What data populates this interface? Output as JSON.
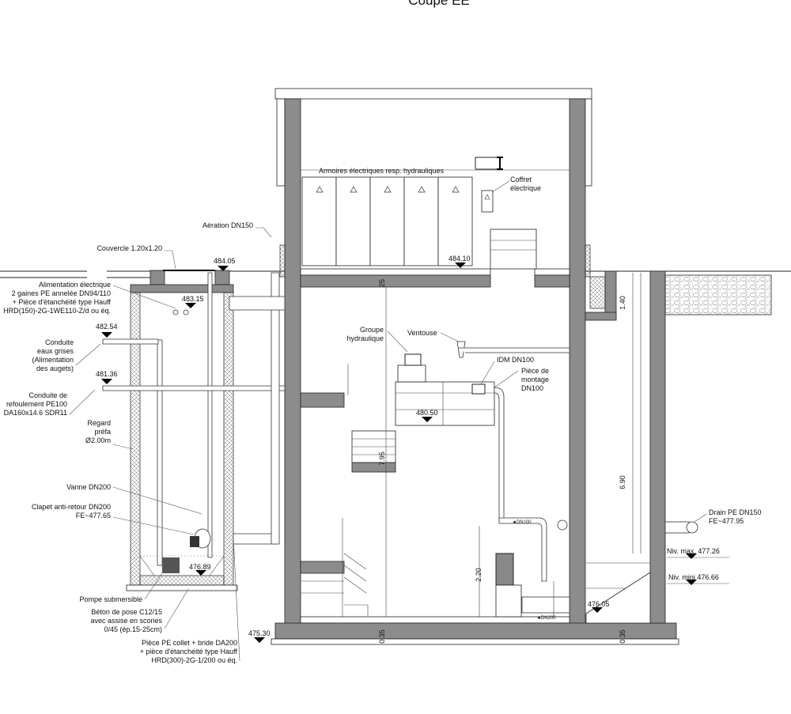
{
  "title": "Coupe EE",
  "labels": {
    "couvercle": "Couvercle 1.20x1.20",
    "aeration": "Aération DN150",
    "alimentation": [
      "Alimentation électrique",
      "2 gaines PE annelée DN94/110",
      "+ Pièce d'étanchéité type Hauff",
      "HRD(150)-2G-1WE110-Z/d ou éq."
    ],
    "eaux_grises": [
      "Conduite",
      "eaux grises",
      "(Alimentation",
      "des augets)"
    ],
    "refoulement": [
      "Conduite de",
      "refoulement PE100",
      "DA160x14.6 SDR11"
    ],
    "regard": [
      "Regard",
      "préfa",
      "Ø2.00m"
    ],
    "vanne": "Vanne DN200",
    "clapet": [
      "Clapet anti-retour DN200",
      "FE~477.65"
    ],
    "pompe": "Pompe submersible",
    "beton": [
      "Béton de pose C12/15",
      "avec assise en scories",
      "0/45 (ép.15-25cm)"
    ],
    "piece_pe": [
      "Pièce PE collet + bride DA200",
      "+ pièce d'étanchéité type Hauff",
      "HRD(300)-2G-1/200 ou éq."
    ],
    "armoires": "Armoires électriques resp. hydrauliques",
    "coffret": [
      "Coffret",
      "électrique"
    ],
    "groupe": [
      "Groupe",
      "hydraulique"
    ],
    "ventouse": "Ventouse",
    "idm": "IDM DN100",
    "piece_montage": [
      "Pièce de",
      "montage",
      "DN100"
    ],
    "dn100": "◄DN100",
    "dn200": "◄DN200",
    "drain": [
      "Drain PE DN150",
      "FE~477.95"
    ],
    "niv_max": "Niv. max. 477.26",
    "niv_mini": "Niv. mini 476.66"
  },
  "levels": {
    "l484_05": "484.05",
    "l483_15": "483.15",
    "l482_54": "482.54",
    "l481_36": "481.36",
    "l476_89": "476.89",
    "l475_30": "475.30",
    "l484_10": "484.10",
    "l480_50": "480.50",
    "l476_05": "476.05"
  },
  "dimensions": {
    "slab": "25",
    "height_main": "7.95",
    "chamber_top": "1.40",
    "chamber_height": "6.90",
    "pump_height": "2.20",
    "base_left": "0.35",
    "base_right": "0.35"
  },
  "colors": {
    "concrete_section": "#8c8c8c",
    "line": "#222222"
  }
}
